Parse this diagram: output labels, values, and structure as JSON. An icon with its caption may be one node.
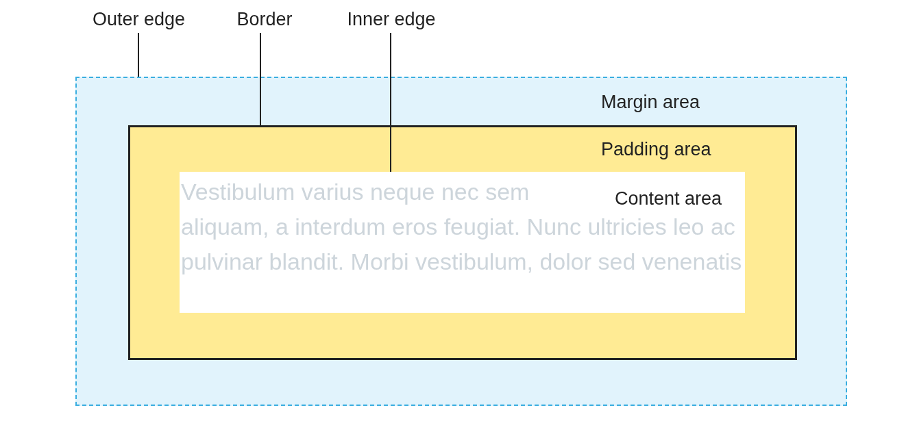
{
  "diagram": {
    "nodes": [
      {
        "text": [
          "Outer edge"
        ]
      },
      {
        "text": [
          "Border"
        ]
      },
      {
        "text": [
          "Inner edge"
        ]
      },
      {
        "text": [
          "Margin area"
        ]
      },
      {
        "text": [
          "Padding area"
        ],
        "in": 3
      },
      {
        "text": [
          "Content area",
          "Vestibulum varius neque nec sem aliquam, a interdum eros feugiat. Nunc ultricies leo ac pulvinar blandit. Morbi vestibulum, dolor sed venenatis"
        ],
        "in": 4
      }
    ],
    "edges": [
      {
        "from": 0,
        "to": 3,
        "arrow": "none"
      },
      {
        "from": 1,
        "to": 4,
        "arrow": "none"
      },
      {
        "from": 2,
        "to": 5,
        "arrow": "none"
      }
    ]
  }
}
